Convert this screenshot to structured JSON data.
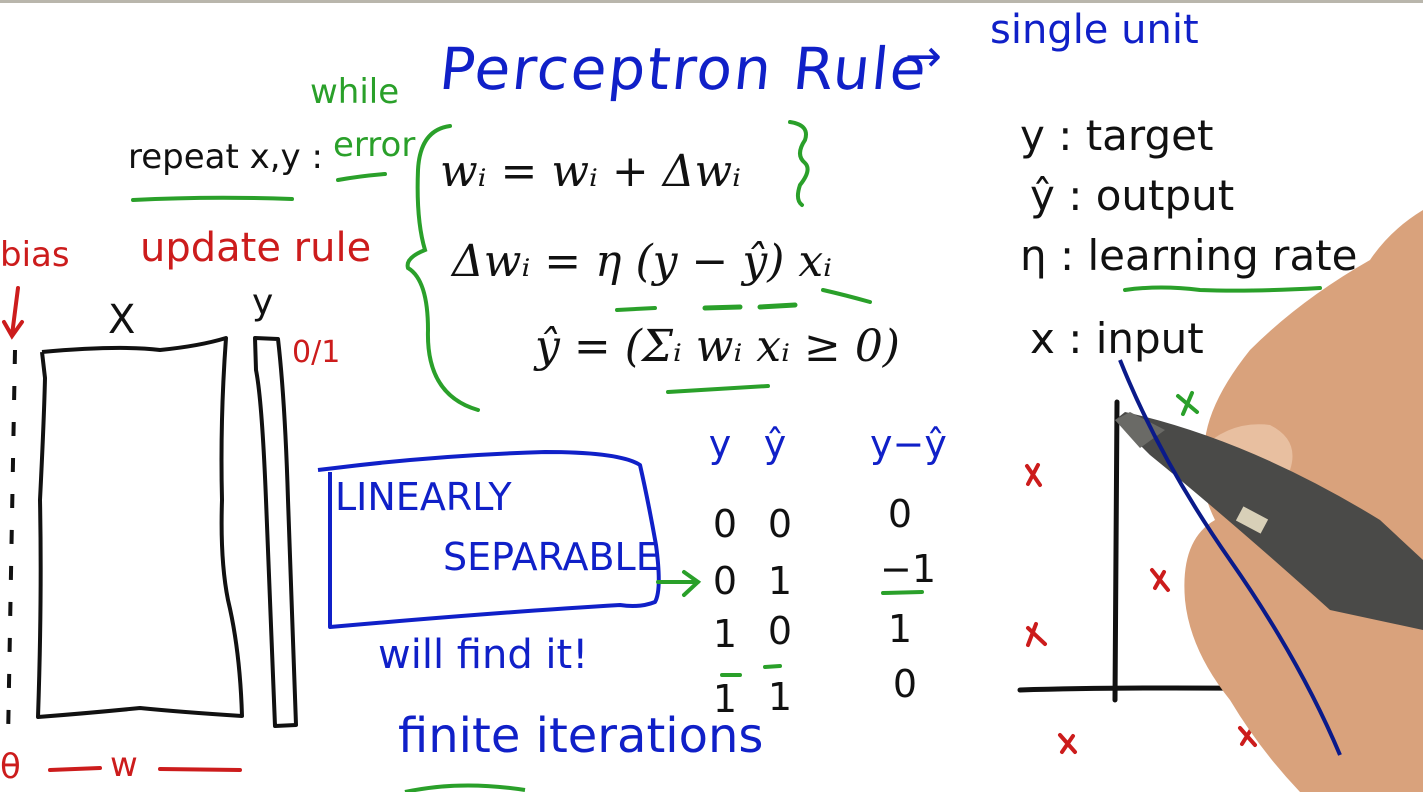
{
  "board": {
    "title": "Perceptron Rule",
    "arrow": "→",
    "subtitle": "single unit",
    "loop": {
      "label": "repeat x,y :",
      "annotation_top": "while",
      "annotation_bottom": "error"
    },
    "equations": {
      "line1": "wᵢ = wᵢ + Δwᵢ",
      "line2": "Δwᵢ = η (y − ŷ) xᵢ",
      "line3": "ŷ = (Σᵢ wᵢ xᵢ ≥ 0)"
    },
    "legend": [
      {
        "symbol": "y",
        "label": "target"
      },
      {
        "symbol": "ŷ",
        "label": "output"
      },
      {
        "symbol": "η",
        "label": "learning rate"
      },
      {
        "symbol": "x",
        "label": "input"
      }
    ],
    "diagram": {
      "bias_label": "bias",
      "update_label": "update rule",
      "x_label": "X",
      "y_label": "y",
      "y_values": "0/1",
      "theta_label": "θ",
      "w_label": "w"
    },
    "callout": {
      "line1": "LINEARLY",
      "line2": "SEPARABLE",
      "note1": "will find it!",
      "note2": "finite iterations"
    },
    "table": {
      "headers": [
        "y",
        "ŷ",
        "y−ŷ"
      ],
      "rows": [
        [
          "0",
          "0",
          "0"
        ],
        [
          "0",
          "1",
          "−1"
        ],
        [
          "1",
          "0",
          "1"
        ],
        [
          "1",
          "1",
          "0"
        ]
      ]
    },
    "plot": {
      "description": "2D scatter with red x points and green x points separated by a blue line",
      "colors": {
        "class_a": "#cc1c1c",
        "class_b": "#2aa02a",
        "separator": "#0a1a8a"
      }
    }
  }
}
